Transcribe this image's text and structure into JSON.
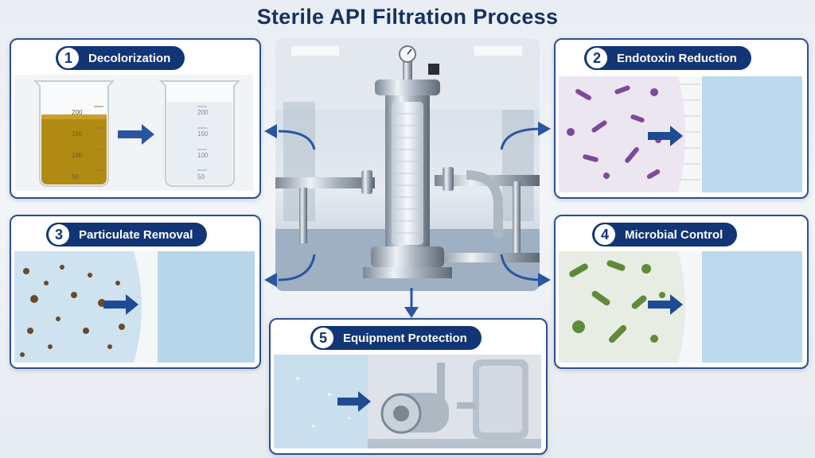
{
  "title": "Sterile API Filtration Process",
  "steps": [
    {
      "number": "1",
      "label": "Decolorization"
    },
    {
      "number": "2",
      "label": "Endotoxin Reduction"
    },
    {
      "number": "3",
      "label": "Particulate Removal"
    },
    {
      "number": "4",
      "label": "Microbial Control"
    },
    {
      "number": "5",
      "label": "Equipment Protection"
    }
  ],
  "beaker_scale": [
    "200",
    "150",
    "100",
    "50"
  ],
  "colors": {
    "accent": "#123575",
    "panel_border": "#2d4f8c",
    "arrow": "#2a55a0",
    "amber_liquid": "#b08a12",
    "endotoxin": "#7b4a9c",
    "microbe": "#5f8a3a"
  },
  "icons": [
    "flow-arrow-icon",
    "beaker-icon",
    "bacteria-icon",
    "membrane-icon",
    "pump-icon"
  ]
}
